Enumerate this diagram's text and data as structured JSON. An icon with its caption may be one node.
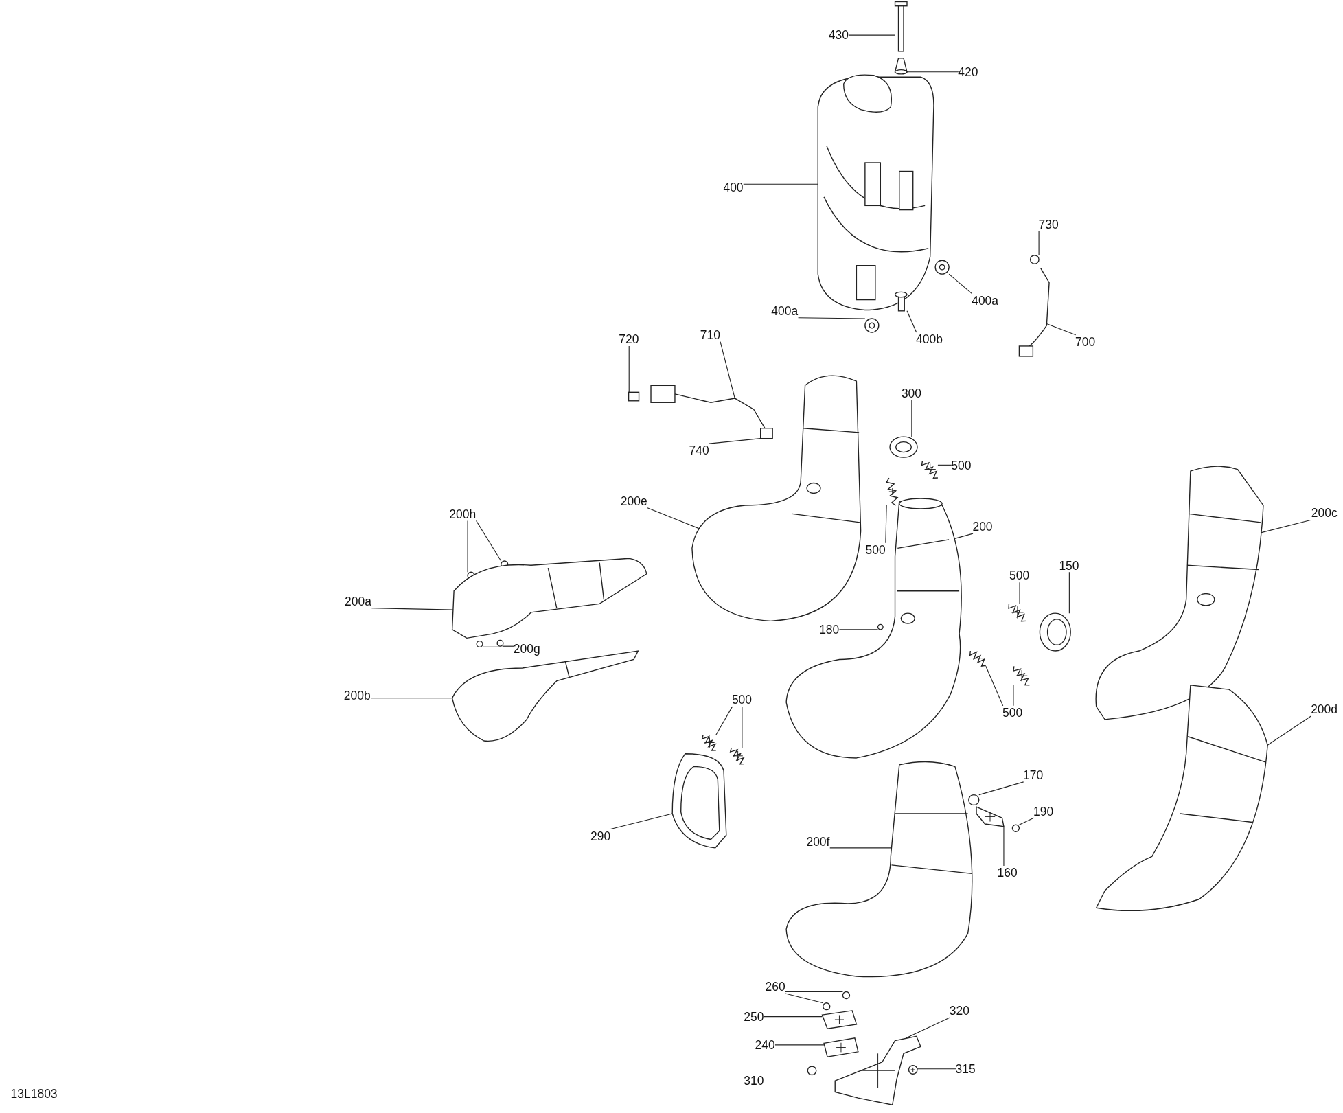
{
  "diagram": {
    "nodes": [
      {
        "text": [
          "430"
        ]
      },
      {
        "text": [],
        "shape": "picture"
      },
      {
        "text": [
          "420"
        ]
      },
      {
        "text": [],
        "shape": "picture"
      },
      {
        "text": [
          "400"
        ]
      },
      {
        "text": [],
        "shape": "picture"
      },
      {
        "text": [
          "730"
        ]
      },
      {
        "text": [],
        "shape": "circle"
      },
      {
        "text": [
          "400a"
        ]
      },
      {
        "text": [],
        "shape": "picture"
      },
      {
        "text": [
          "400a"
        ]
      },
      {
        "text": [],
        "shape": "picture"
      },
      {
        "text": [
          "400b"
        ]
      },
      {
        "text": [],
        "shape": "picture"
      },
      {
        "text": [
          "700"
        ]
      },
      {
        "text": [],
        "shape": "picture"
      },
      {
        "text": [
          "720"
        ]
      },
      {
        "text": [],
        "shape": "box"
      },
      {
        "text": [
          "710"
        ]
      },
      {
        "text": [],
        "shape": "picture"
      },
      {
        "text": [
          "740"
        ]
      },
      {
        "text": [],
        "shape": "box"
      },
      {
        "text": [
          "300"
        ]
      },
      {
        "text": [],
        "shape": "picture"
      },
      {
        "text": [
          "500"
        ]
      },
      {
        "text": [],
        "shape": "picture"
      },
      {
        "text": [
          "500"
        ]
      },
      {
        "text": [],
        "shape": "picture"
      },
      {
        "text": [
          "200e"
        ]
      },
      {
        "text": [],
        "shape": "picture"
      },
      {
        "text": [
          "200h"
        ]
      },
      {
        "text": [],
        "shape": "circle"
      },
      {
        "text": [],
        "shape": "circle"
      },
      {
        "text": [
          "200a"
        ]
      },
      {
        "text": [],
        "shape": "picture"
      },
      {
        "text": [
          "200g"
        ]
      },
      {
        "text": [],
        "shape": "circle"
      },
      {
        "text": [],
        "shape": "circle"
      },
      {
        "text": [
          "200b"
        ]
      },
      {
        "text": [],
        "shape": "picture"
      },
      {
        "text": [
          "200"
        ]
      },
      {
        "text": [],
        "shape": "picture"
      },
      {
        "text": [
          "180"
        ]
      },
      {
        "text": [],
        "shape": "circle"
      },
      {
        "text": [
          "500"
        ]
      },
      {
        "text": [],
        "shape": "picture"
      },
      {
        "text": [
          "150"
        ]
      },
      {
        "text": [],
        "shape": "picture"
      },
      {
        "text": [
          "500"
        ]
      },
      {
        "text": [],
        "shape": "picture"
      },
      {
        "text": [],
        "shape": "picture"
      },
      {
        "text": [
          "200c"
        ]
      },
      {
        "text": [],
        "shape": "picture"
      },
      {
        "text": [
          "200d"
        ]
      },
      {
        "text": [],
        "shape": "picture"
      },
      {
        "text": [
          "500"
        ]
      },
      {
        "text": [],
        "shape": "picture"
      },
      {
        "text": [],
        "shape": "picture"
      },
      {
        "text": [
          "290"
        ]
      },
      {
        "text": [],
        "shape": "picture"
      },
      {
        "text": [
          "170"
        ]
      },
      {
        "text": [],
        "shape": "circle"
      },
      {
        "text": [
          "190"
        ]
      },
      {
        "text": [],
        "shape": "circle"
      },
      {
        "text": [
          "160"
        ]
      },
      {
        "text": [],
        "shape": "picture"
      },
      {
        "text": [
          "200f"
        ]
      },
      {
        "text": [],
        "shape": "picture"
      },
      {
        "text": [
          "260"
        ]
      },
      {
        "text": [],
        "shape": "circle"
      },
      {
        "text": [],
        "shape": "circle"
      },
      {
        "text": [
          "250"
        ]
      },
      {
        "text": [],
        "shape": "picture"
      },
      {
        "text": [
          "240"
        ]
      },
      {
        "text": [],
        "shape": "picture"
      },
      {
        "text": [
          "320"
        ]
      },
      {
        "text": [],
        "shape": "picture"
      },
      {
        "text": [
          "310"
        ]
      },
      {
        "text": [],
        "shape": "circle"
      },
      {
        "text": [
          "315"
        ]
      },
      {
        "text": [],
        "shape": "picture"
      }
    ],
    "edges": [
      {
        "from": 0,
        "to": 1,
        "arrow": "none"
      },
      {
        "from": 2,
        "to": 3,
        "arrow": "none"
      },
      {
        "from": 4,
        "to": 5,
        "arrow": "none"
      },
      {
        "from": 6,
        "to": 7,
        "arrow": "none"
      },
      {
        "from": 8,
        "to": 9,
        "arrow": "none"
      },
      {
        "from": 10,
        "to": 11,
        "arrow": "none"
      },
      {
        "from": 12,
        "to": 13,
        "arrow": "none"
      },
      {
        "from": 14,
        "to": 15,
        "arrow": "none"
      },
      {
        "from": 16,
        "to": 17,
        "arrow": "none"
      },
      {
        "from": 18,
        "to": 19,
        "arrow": "none"
      },
      {
        "from": 20,
        "to": 21,
        "arrow": "none"
      },
      {
        "from": 22,
        "to": 23,
        "arrow": "none"
      },
      {
        "from": 24,
        "to": 25,
        "arrow": "none"
      },
      {
        "from": 26,
        "to": 27,
        "arrow": "none"
      },
      {
        "from": 28,
        "to": 29,
        "arrow": "none"
      },
      {
        "from": 30,
        "to": 31,
        "arrow": "none"
      },
      {
        "from": 30,
        "to": 32,
        "arrow": "none"
      },
      {
        "from": 33,
        "to": 34,
        "arrow": "none"
      },
      {
        "from": 35,
        "to": 36,
        "arrow": "none"
      },
      {
        "from": 35,
        "to": 37,
        "arrow": "none"
      },
      {
        "from": 38,
        "to": 39,
        "arrow": "none"
      },
      {
        "from": 40,
        "to": 41,
        "arrow": "none"
      },
      {
        "from": 42,
        "to": 43,
        "arrow": "none"
      },
      {
        "from": 44,
        "to": 45,
        "arrow": "none"
      },
      {
        "from": 46,
        "to": 47,
        "arrow": "none"
      },
      {
        "from": 48,
        "to": 49,
        "arrow": "none"
      },
      {
        "from": 48,
        "to": 50,
        "arrow": "none"
      },
      {
        "from": 51,
        "to": 52,
        "arrow": "none"
      },
      {
        "from": 53,
        "to": 54,
        "arrow": "none"
      },
      {
        "from": 55,
        "to": 56,
        "arrow": "none"
      },
      {
        "from": 55,
        "to": 57,
        "arrow": "none"
      },
      {
        "from": 58,
        "to": 59,
        "arrow": "none"
      },
      {
        "from": 60,
        "to": 61,
        "arrow": "none"
      },
      {
        "from": 62,
        "to": 63,
        "arrow": "none"
      },
      {
        "from": 64,
        "to": 65,
        "arrow": "none"
      },
      {
        "from": 66,
        "to": 67,
        "arrow": "none"
      },
      {
        "from": 68,
        "to": 69,
        "arrow": "none"
      },
      {
        "from": 68,
        "to": 70,
        "arrow": "none"
      },
      {
        "from": 71,
        "to": 72,
        "arrow": "none"
      },
      {
        "from": 73,
        "to": 74,
        "arrow": "none"
      },
      {
        "from": 75,
        "to": 76,
        "arrow": "none"
      },
      {
        "from": 77,
        "to": 78,
        "arrow": "none"
      },
      {
        "from": 79,
        "to": 80,
        "arrow": "none"
      }
    ],
    "labels": [
      "13L1803"
    ]
  }
}
